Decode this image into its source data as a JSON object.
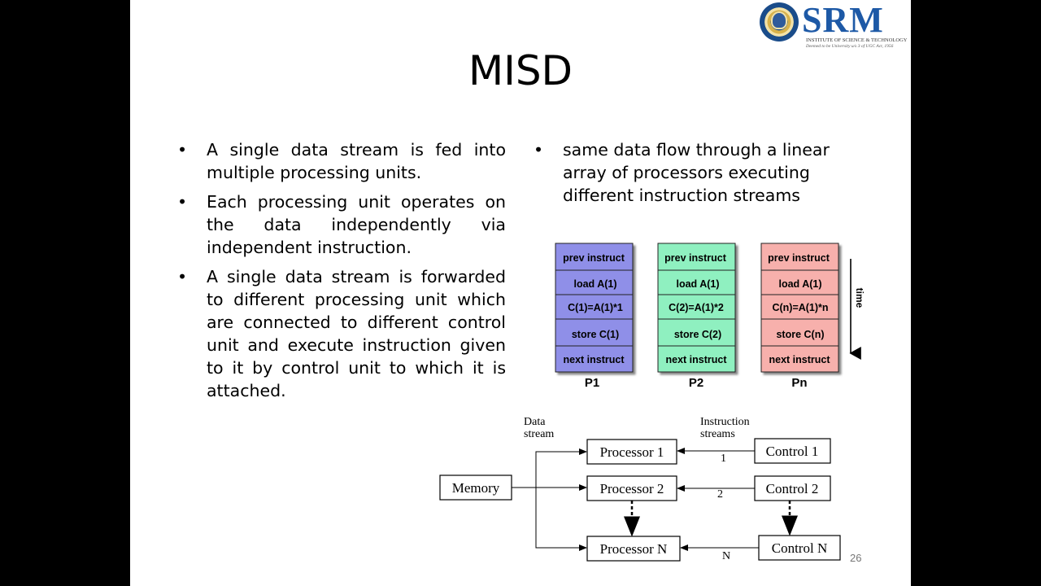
{
  "slide": {
    "title": "MISD",
    "page_number": "26"
  },
  "logo": {
    "word": "SRM",
    "subtitle": "INSTITUTE OF SCIENCE & TECHNOLOGY",
    "tagline": "Deemed to be University u/s 3 of UGC Act, 1956"
  },
  "left_bullets": [
    "A single data stream is fed into multiple processing units.",
    "Each processing unit operates on the data independently via independent instruction.",
    "A single data stream is forwarded to different processing unit which are connected to different control unit and execute instruction given to it by control unit to which it is attached."
  ],
  "right_bullets": [
    "same data flow through a linear array of processors executing different instruction streams"
  ],
  "timeline": {
    "processors": [
      {
        "label": "P1",
        "color": "#8f8fe8",
        "cells": [
          "prev instruct",
          "load A(1)",
          "C(1)=A(1)*1",
          "store C(1)",
          "next instruct"
        ]
      },
      {
        "label": "P2",
        "color": "#8ff0c0",
        "cells": [
          "prev instruct",
          "load A(1)",
          "C(2)=A(1)*2",
          "store C(2)",
          "next instruct"
        ]
      },
      {
        "label": "Pn",
        "color": "#f7b0ac",
        "cells": [
          "prev instruct",
          "load A(1)",
          "C(n)=A(1)*n",
          "store C(n)",
          "next instruct"
        ]
      }
    ],
    "time_label": "time"
  },
  "block_diagram": {
    "data_stream_label": [
      "Data",
      "stream"
    ],
    "instruction_streams_label": [
      "Instruction",
      "streams"
    ],
    "memory": "Memory",
    "processors": [
      "Processor 1",
      "Processor 2",
      "Processor N"
    ],
    "controls": [
      "Control 1",
      "Control 2",
      "Control N"
    ],
    "stream_numbers": [
      "1",
      "2",
      "N"
    ]
  }
}
